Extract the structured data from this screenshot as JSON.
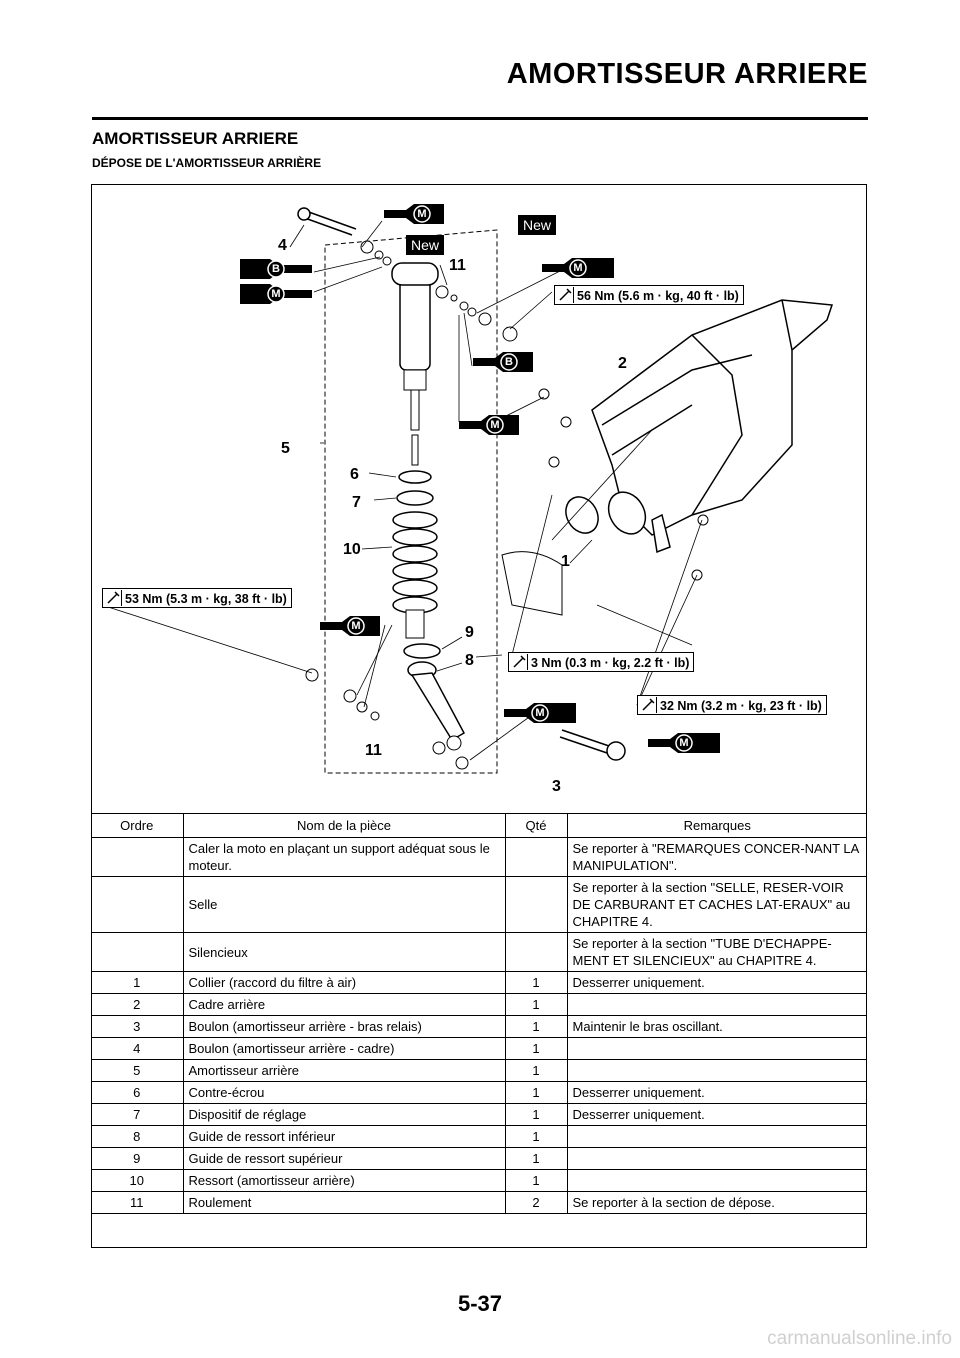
{
  "header": {
    "title": "AMORTISSEUR ARRIERE"
  },
  "section": {
    "title": "AMORTISSEUR ARRIERE",
    "subtitle": "DÉPOSE DE L'AMORTISSEUR ARRIÈRE"
  },
  "diagram": {
    "callouts": [
      "4",
      "11",
      "2",
      "5",
      "6",
      "7",
      "10",
      "1",
      "9",
      "8",
      "11",
      "3"
    ],
    "new_tags": [
      "New",
      "New"
    ],
    "lube_tags": [
      "M",
      "B",
      "M",
      "M",
      "B",
      "M",
      "M",
      "M",
      "M"
    ],
    "torques": [
      "56 Nm (5.6 m · kg, 40 ft · lb)",
      "53 Nm (5.3 m · kg, 38 ft · lb)",
      "3 Nm (0.3 m · kg, 2.2 ft · lb)",
      "32 Nm (3.2 m · kg, 23 ft · lb)"
    ]
  },
  "table": {
    "headers": [
      "Ordre",
      "Nom de la pièce",
      "Qté",
      "Remarques"
    ],
    "prep": [
      {
        "name": "Caler la moto en plaçant un support adéquat sous le moteur.",
        "remark": "Se reporter à \"REMARQUES CONCER-NANT LA MANIPULATION\"."
      },
      {
        "name": "Selle",
        "remark": "Se reporter à la section \"SELLE, RESER-VOIR DE CARBURANT ET CACHES LAT-ERAUX\" au CHAPITRE 4."
      },
      {
        "name": "Silencieux",
        "remark": "Se reporter à la section \"TUBE D'ECHAPPE-MENT ET SILENCIEUX\" au CHAPITRE 4."
      }
    ],
    "rows": [
      {
        "order": "1",
        "name": "Collier (raccord du filtre à air)",
        "qty": "1",
        "remark": "Desserrer uniquement."
      },
      {
        "order": "2",
        "name": "Cadre arrière",
        "qty": "1",
        "remark": ""
      },
      {
        "order": "3",
        "name": "Boulon (amortisseur arrière - bras relais)",
        "qty": "1",
        "remark": "Maintenir le bras oscillant."
      },
      {
        "order": "4",
        "name": "Boulon (amortisseur arrière - cadre)",
        "qty": "1",
        "remark": ""
      },
      {
        "order": "5",
        "name": "Amortisseur arrière",
        "qty": "1",
        "remark": ""
      },
      {
        "order": "6",
        "name": "Contre-écrou",
        "qty": "1",
        "remark": "Desserrer uniquement."
      },
      {
        "order": "7",
        "name": "Dispositif de réglage",
        "qty": "1",
        "remark": "Desserrer uniquement."
      },
      {
        "order": "8",
        "name": "Guide de ressort inférieur",
        "qty": "1",
        "remark": ""
      },
      {
        "order": "9",
        "name": "Guide de ressort supérieur",
        "qty": "1",
        "remark": ""
      },
      {
        "order": "10",
        "name": "Ressort (amortisseur arrière)",
        "qty": "1",
        "remark": ""
      },
      {
        "order": "11",
        "name": "Roulement",
        "qty": "2",
        "remark": "Se reporter à la section de dépose."
      }
    ]
  },
  "footer": {
    "page": "5-37",
    "watermark": "carmanualsonline.info"
  }
}
